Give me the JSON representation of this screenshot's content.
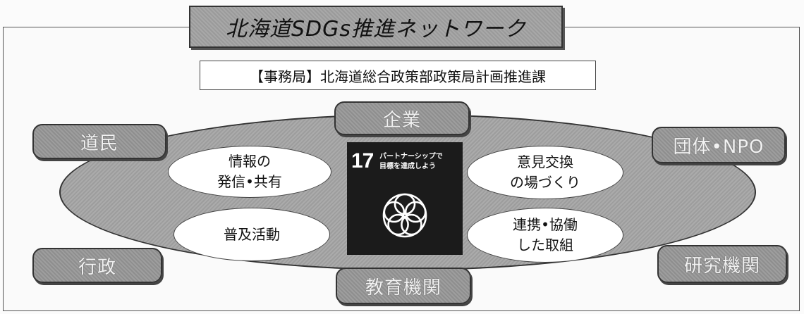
{
  "title": "北海道SDGs推進ネットワーク",
  "secretariat": "【事務局】北海道総合政策部政策局計画推進課",
  "stakeholders": {
    "top": "企業",
    "top_left": "道民",
    "top_right": "団体•NPO",
    "bottom_left": "行政",
    "bottom": "教育機関",
    "bottom_right": "研究機関"
  },
  "activities": {
    "info": [
      "情報の",
      "発信•共有"
    ],
    "spread": "普及活動",
    "exchange": [
      "意見交換",
      "の場づくり"
    ],
    "collab": [
      "連携•協働",
      "した取組"
    ]
  },
  "sdg_goal": {
    "number": "17",
    "caption": [
      "パートナーシップで",
      "目標を達成しよう"
    ],
    "icon": "five-ring-flower-icon"
  },
  "colors": {
    "shape_fill": "#a3a3a3",
    "goal_background": "#1b1b1b",
    "label_text": "#f2f2f2"
  }
}
